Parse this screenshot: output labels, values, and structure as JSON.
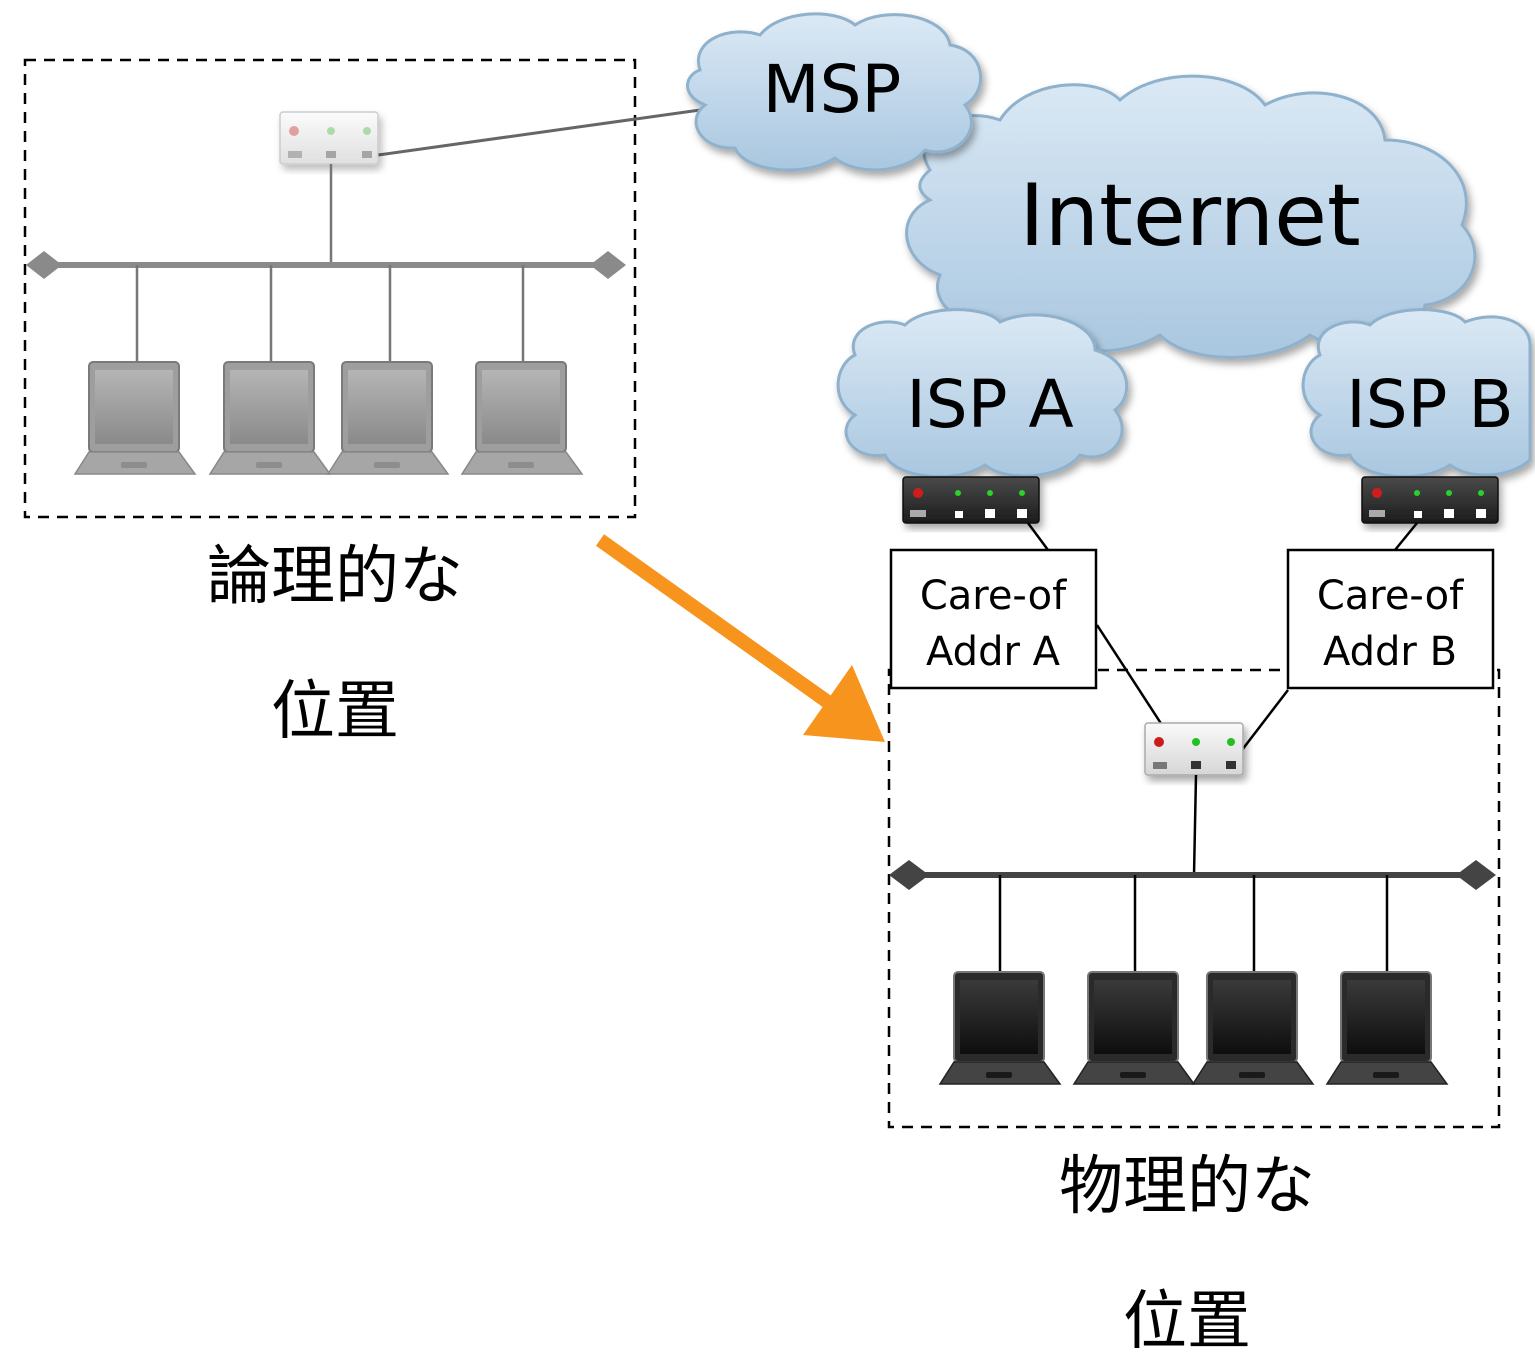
{
  "clouds": {
    "msp": "MSP",
    "internet": "Internet",
    "isp_a": "ISP A",
    "isp_b": "ISP B"
  },
  "care_of_a": {
    "line1": "Care-of",
    "line2": "Addr A"
  },
  "care_of_b": {
    "line1": "Care-of",
    "line2": "Addr B"
  },
  "logical_location": {
    "line1": "論理的な",
    "line2": "位置"
  },
  "physical_location": {
    "line1": "物理的な",
    "line2": "位置"
  },
  "colors": {
    "cloud_fill": "#c2d9ec",
    "cloud_stroke": "#8fb1cc",
    "arrow": "#f7941d",
    "logical_gray": "#8c8c8c",
    "physical_dark": "#333333"
  }
}
